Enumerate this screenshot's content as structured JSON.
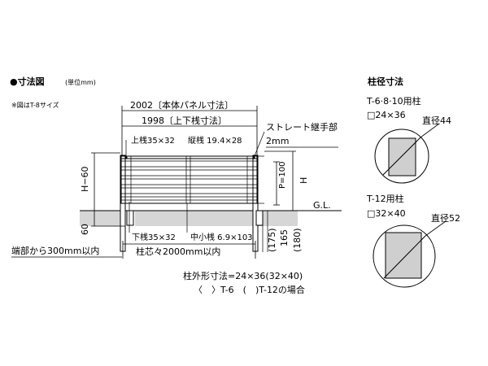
{
  "header": {
    "title_prefix": "●寸法図",
    "units": "(単位mm)",
    "note": "※図はT-8サイズ",
    "side_title": "柱径寸法"
  },
  "main_diagram": {
    "dim_panel": "2002〔本体パネル寸法〕",
    "dim_rails": "1998〔上下桟寸法〕",
    "top_rail_label": "上桟35×32",
    "vertical_bar_label": "縦桟 19.4×28",
    "joint_label_1": "ストレート継手部",
    "joint_label_2": "2mm",
    "p100": "P=100",
    "h_label": "H",
    "h60_label": "H−60",
    "gl_label": "G.L.",
    "dim_60": "60",
    "dim_175": "(175)",
    "dim_165": "165",
    "dim_180": "(180)",
    "bottom_rail_label": "下桟35×32",
    "mid_bar_label": "中小桟 6.9×103",
    "post_spacing_label": "柱芯々2000mm以内",
    "end_label": "端部から300mm以内"
  },
  "footer": {
    "line1": "柱外形寸法=24×36(32×40)",
    "line2": "〈　〉T-6　(　)T-12の場合"
  },
  "posts": [
    {
      "title": "T-6·8·10用柱",
      "size": "□24×36",
      "diameter": "直径44"
    },
    {
      "title": "T-12用柱",
      "size": "□32×40",
      "diameter": "直径52"
    }
  ]
}
